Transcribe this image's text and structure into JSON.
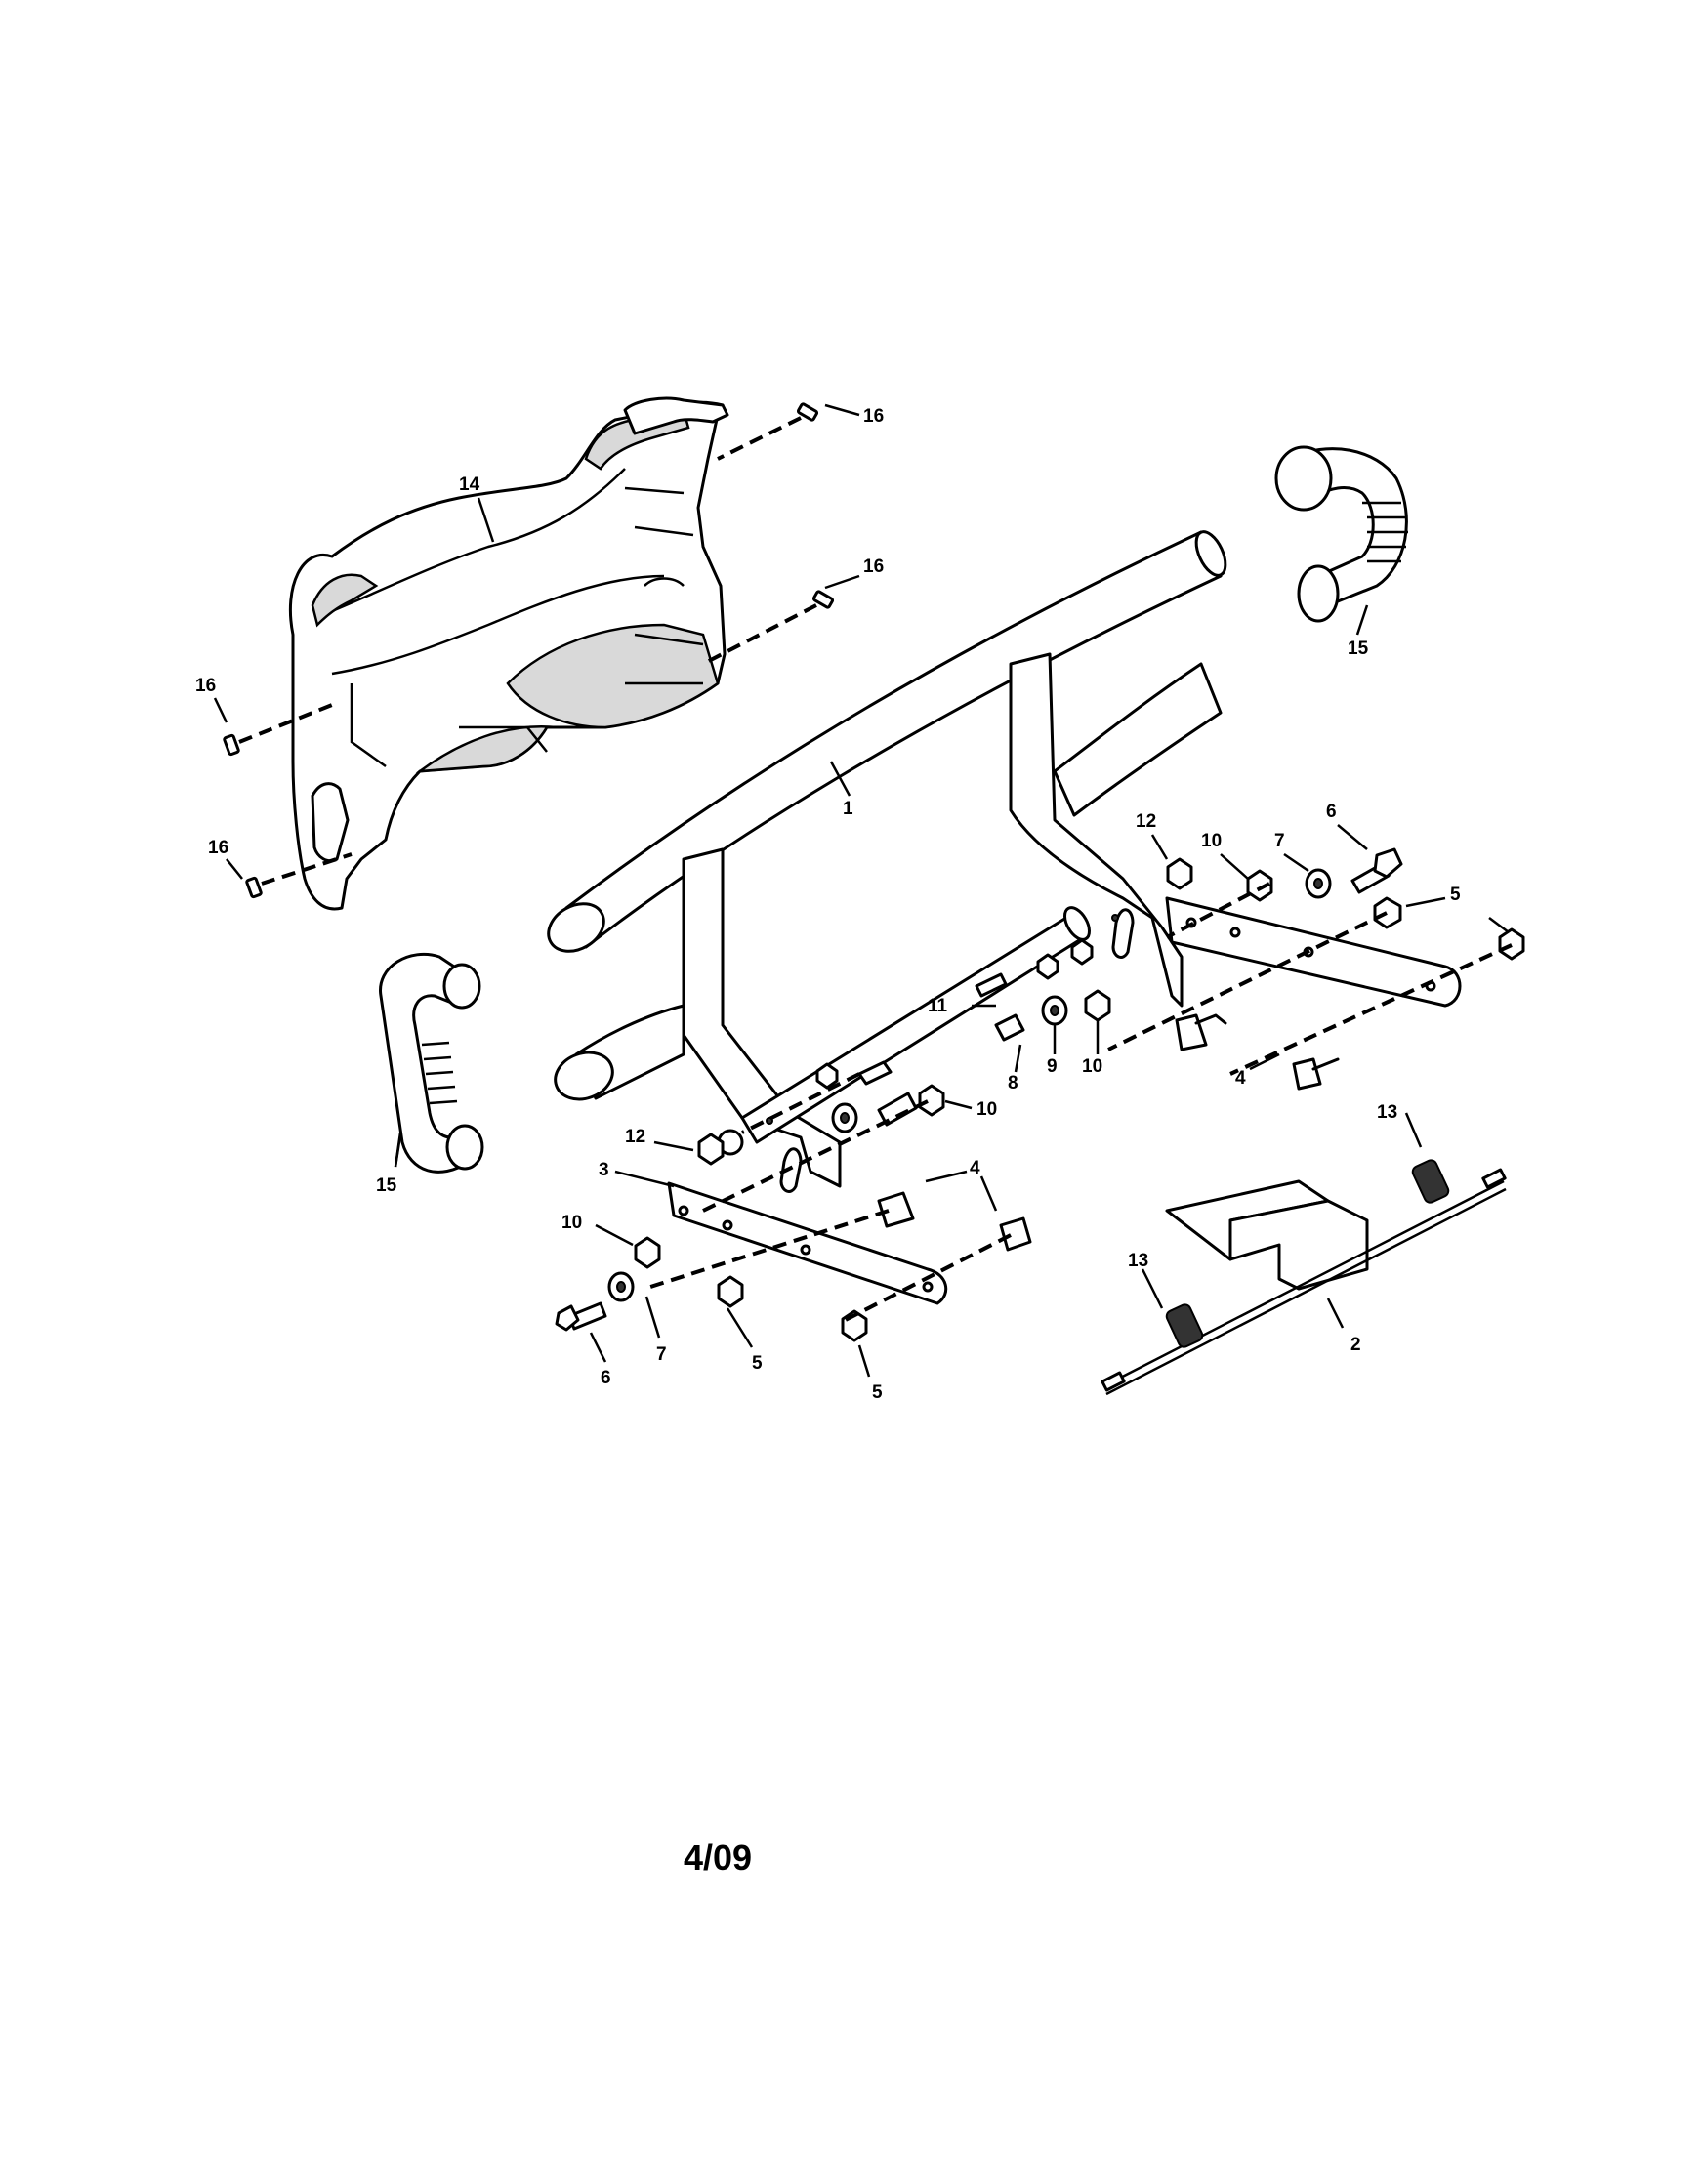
{
  "diagram": {
    "callouts": {
      "frame": "1",
      "rod": "2",
      "bracket_left": "3",
      "pin": "4",
      "nut_flange": "5",
      "bolt_hex": "6",
      "washer": "7",
      "bolt_shoulder": "8",
      "washer_flat": "9",
      "nut_lock": "10",
      "bolt_carriage": "11",
      "nut_small": "12",
      "spring": "13",
      "cover": "14",
      "handle": "15",
      "screw": "16"
    }
  },
  "footer": {
    "date": "4/09"
  }
}
